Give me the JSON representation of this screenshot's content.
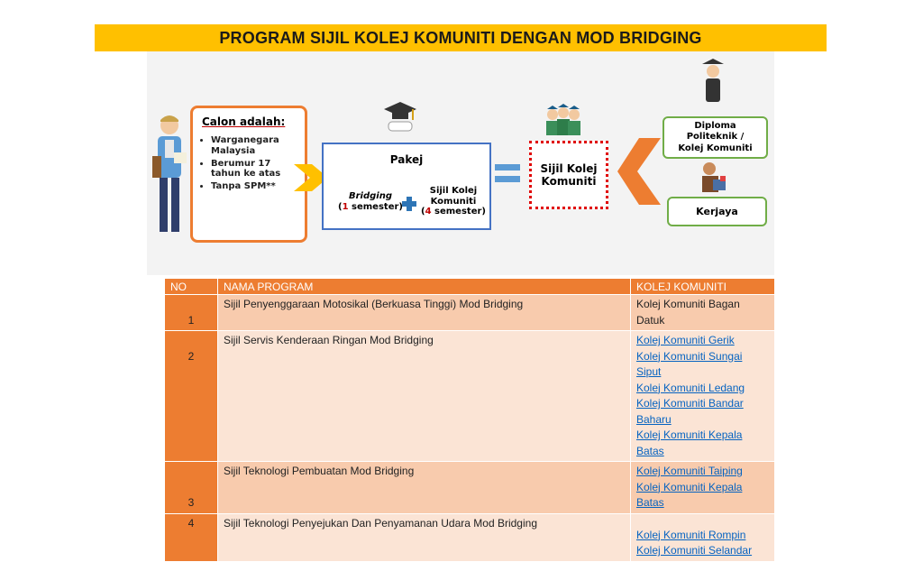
{
  "title": "PROGRAM SIJIL KOLEJ KOMUNITI DENGAN MOD BRIDGING",
  "diagram": {
    "candidate": {
      "heading": "Calon adalah:",
      "items": [
        "Warganegara Malaysia",
        "Berumur 17 tahun ke atas",
        "Tanpa SPM**"
      ]
    },
    "pakej": {
      "title": "Pakej",
      "bridging_word": "Bridging",
      "bridging_num": "1",
      "bridging_unit": " semester)",
      "sijil_line1": "Sijil Kolej",
      "sijil_line2": "Komuniti",
      "sijil_num": "4",
      "sijil_unit": " semester)"
    },
    "result": {
      "line1": "Sijil Kolej",
      "line2": "Komuniti"
    },
    "diploma": {
      "line1": "Diploma",
      "line2": "Politeknik /",
      "line3": "Kolej Komuniti"
    },
    "kerjaya": "Kerjaya",
    "colors": {
      "orange": "#ed7d31",
      "blue": "#4472c4",
      "green": "#70ad47",
      "red": "#e00000",
      "yellow": "#ffc000"
    }
  },
  "table": {
    "headers": {
      "no": "NO",
      "program": "NAMA PROGRAM",
      "kolej": "KOLEJ KOMUNITI"
    },
    "rows": [
      {
        "no": "1",
        "program": "Sijil Penyenggaraan Motosikal (Berkuasa Tinggi) Mod Bridging",
        "kolej": [
          "Kolej Komuniti Bagan Datuk"
        ]
      },
      {
        "no": "2",
        "program": "Sijil Servis Kenderaan Ringan Mod Bridging",
        "kolej": [
          "Kolej Komuniti Gerik",
          "Kolej Komuniti Sungai Siput",
          "Kolej Komuniti Ledang",
          "Kolej Komuniti Bandar Baharu",
          "Kolej Komuniti Kepala Batas"
        ]
      },
      {
        "no": "3",
        "program": "Sijil Teknologi Pembuatan Mod Bridging",
        "kolej": [
          "Kolej Komuniti Taiping",
          "Kolej Komuniti Kepala Batas"
        ]
      },
      {
        "no": "4",
        "program": "Sijil Teknologi Penyejukan Dan Penyamanan Udara Mod Bridging",
        "kolej": [
          "Kolej Komuniti Rompin",
          "Kolej Komuniti Selandar"
        ]
      }
    ]
  }
}
